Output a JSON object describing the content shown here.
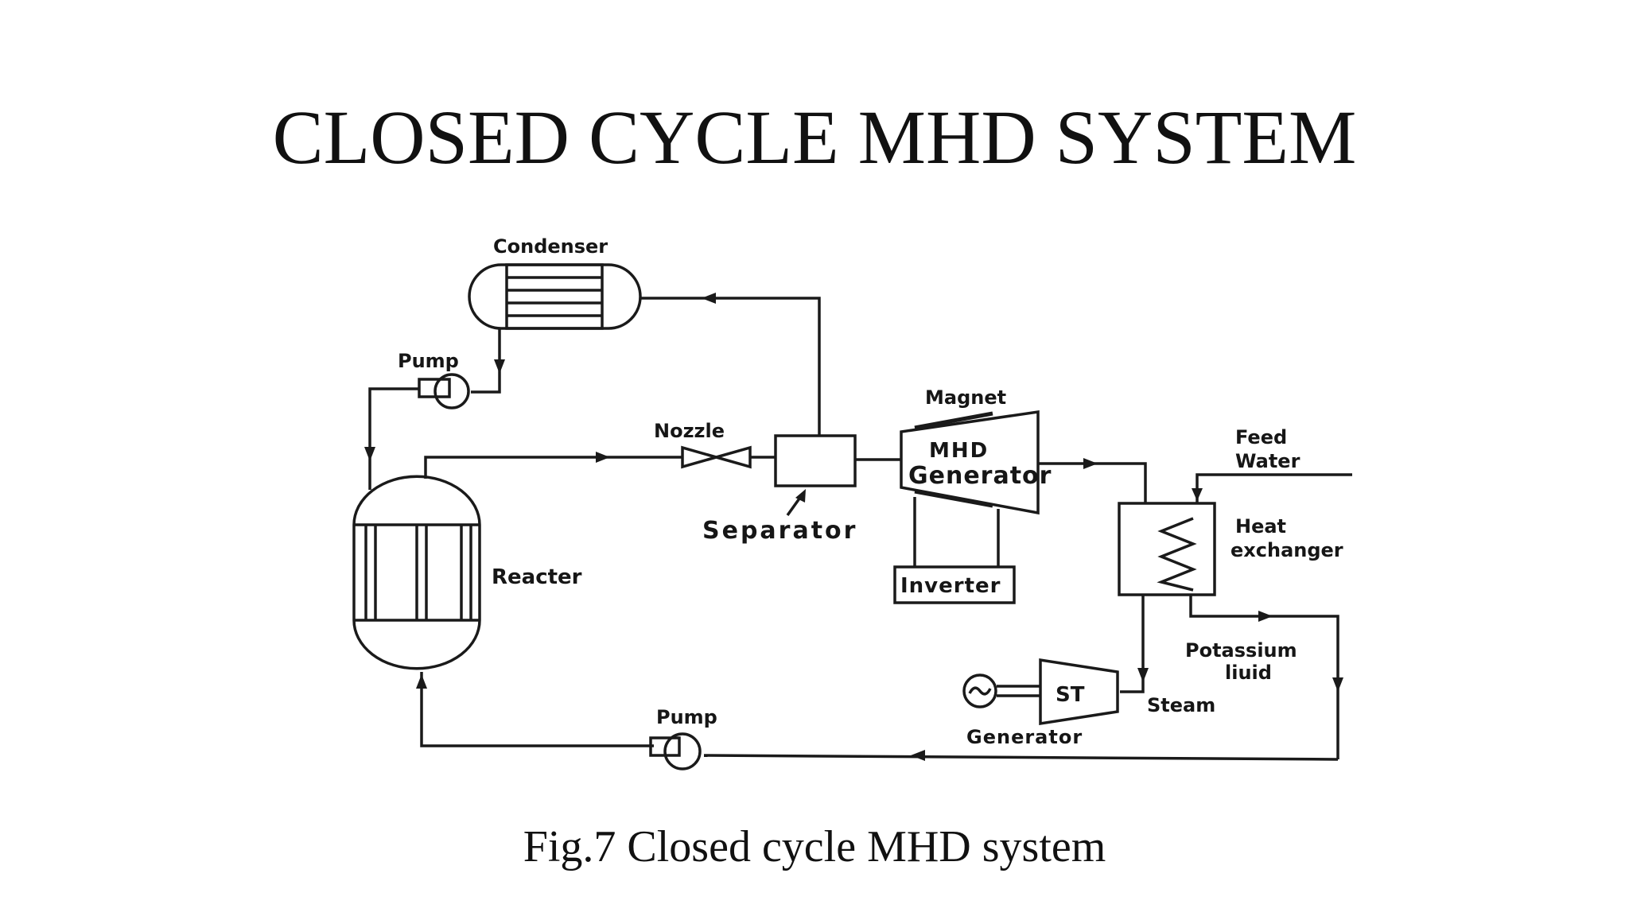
{
  "slide": {
    "title": "CLOSED CYCLE MHD SYSTEM",
    "caption": "Fig.7 Closed cycle MHD system"
  },
  "diagram": {
    "labels": {
      "condenser": "Condenser",
      "pump_top": "Pump",
      "magnet": "Magnet",
      "nozzle": "Nozzle",
      "mhd_line1": "MHD",
      "mhd_line2": "Generator",
      "feed_line1": "Feed",
      "feed_line2": "Water",
      "heat_line1": "Heat",
      "heat_line2": "exchanger",
      "separator": "Separator",
      "reactor": "Reacter",
      "inverter": "Inverter",
      "potassium_line1": "Potassium",
      "potassium_line2": "liuid",
      "st": "ST",
      "steam": "Steam",
      "pump_bottom": "Pump",
      "generator": "Generator"
    }
  },
  "colors": {
    "ink": "#1a1a1a",
    "background": "#ffffff"
  }
}
